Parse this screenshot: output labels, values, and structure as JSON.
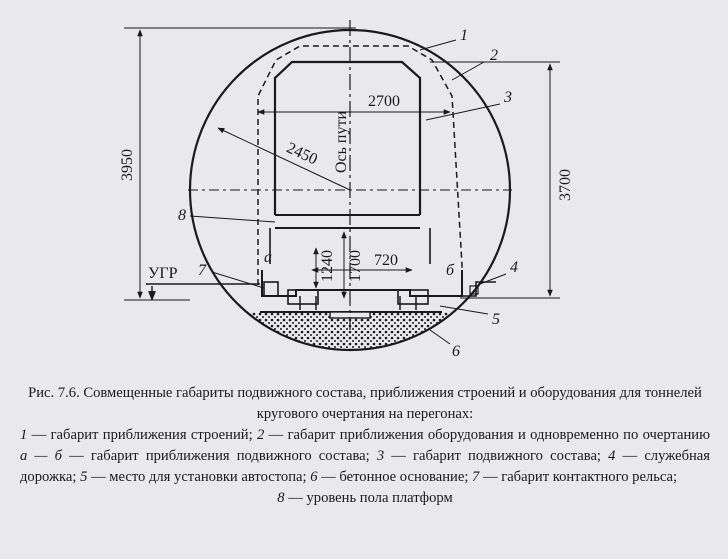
{
  "diagram": {
    "dims": {
      "d_3950": "3950",
      "d_3700": "3700",
      "d_2700": "2700",
      "d_2450": "2450",
      "d_1240": "1240",
      "d_1700": "1700",
      "d_720": "720"
    },
    "axis_label": "Ось пути",
    "ugr_label": "УГР",
    "numbers": [
      "1",
      "2",
      "3",
      "4",
      "5",
      "6",
      "7",
      "8"
    ],
    "letters": {
      "a": "а",
      "b": "б"
    }
  },
  "caption": {
    "title": "Рис. 7.6. Совмещенные габариты подвижного состава, приближения строений и оборудования для тоннелей кругового очертания на перегонах:",
    "items": [
      {
        "num": "1",
        "text": " — габарит приближения строений; "
      },
      {
        "num": "2",
        "text": " — габарит приближения оборудования и одновременно по очертанию "
      },
      {
        "num": "а — б",
        "text": " — габарит приближения подвижного состава; "
      },
      {
        "num": "3",
        "text": " — габарит подвижного состава; "
      },
      {
        "num": "4",
        "text": " — служебная дорожка; "
      },
      {
        "num": "5",
        "text": " — место для установки автостопа; "
      },
      {
        "num": "6",
        "text": " — бетонное основание; "
      },
      {
        "num": "7",
        "text": " — габарит контактного рельса;"
      }
    ],
    "last": {
      "num": "8",
      "text": " — уровень пола платформ"
    }
  }
}
